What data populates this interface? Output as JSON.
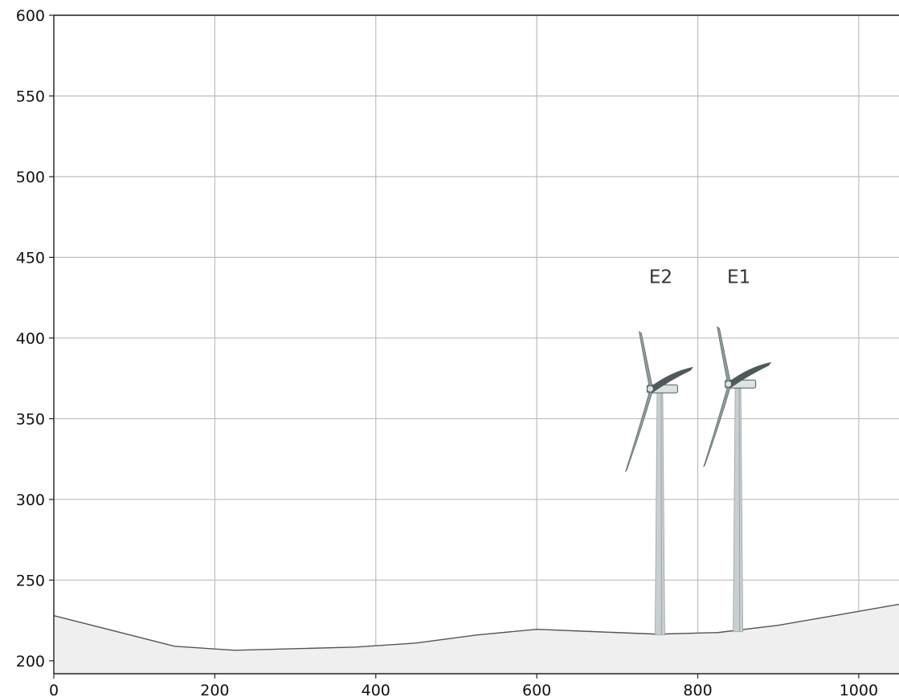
{
  "chart_data": {
    "type": "area",
    "title": "",
    "xlabel": "",
    "ylabel": "",
    "xlim": [
      0,
      1050
    ],
    "ylim": [
      192,
      600
    ],
    "grid": true,
    "x_ticks": [
      0,
      200,
      400,
      600,
      800,
      1000
    ],
    "y_ticks": [
      200,
      250,
      300,
      350,
      400,
      450,
      500,
      550,
      600
    ],
    "terrain": {
      "x": [
        0,
        150,
        225,
        300,
        375,
        450,
        525,
        600,
        675,
        750,
        825,
        900,
        975,
        1050
      ],
      "y": [
        228,
        209,
        206.5,
        207.5,
        208.5,
        211,
        216,
        219.5,
        218,
        216.5,
        217.5,
        222,
        228.5,
        235
      ]
    },
    "turbines": [
      {
        "label": "E2",
        "x": 753,
        "base": 216,
        "hub": 369,
        "tip_top": 404,
        "tip_lower": 317
      },
      {
        "label": "E1",
        "x": 850,
        "base": 218,
        "hub": 372,
        "tip_top": 407,
        "tip_lower": 320
      }
    ],
    "colors": {
      "terrain_fill": "#efefef",
      "terrain_line": "#555555",
      "tower": "#c9cfd0",
      "tower_shadow": "#9aa4a6",
      "blade": "#8f9a9c",
      "blade_dark": "#4f5a5d",
      "nacelle": "#dde2e3"
    }
  }
}
